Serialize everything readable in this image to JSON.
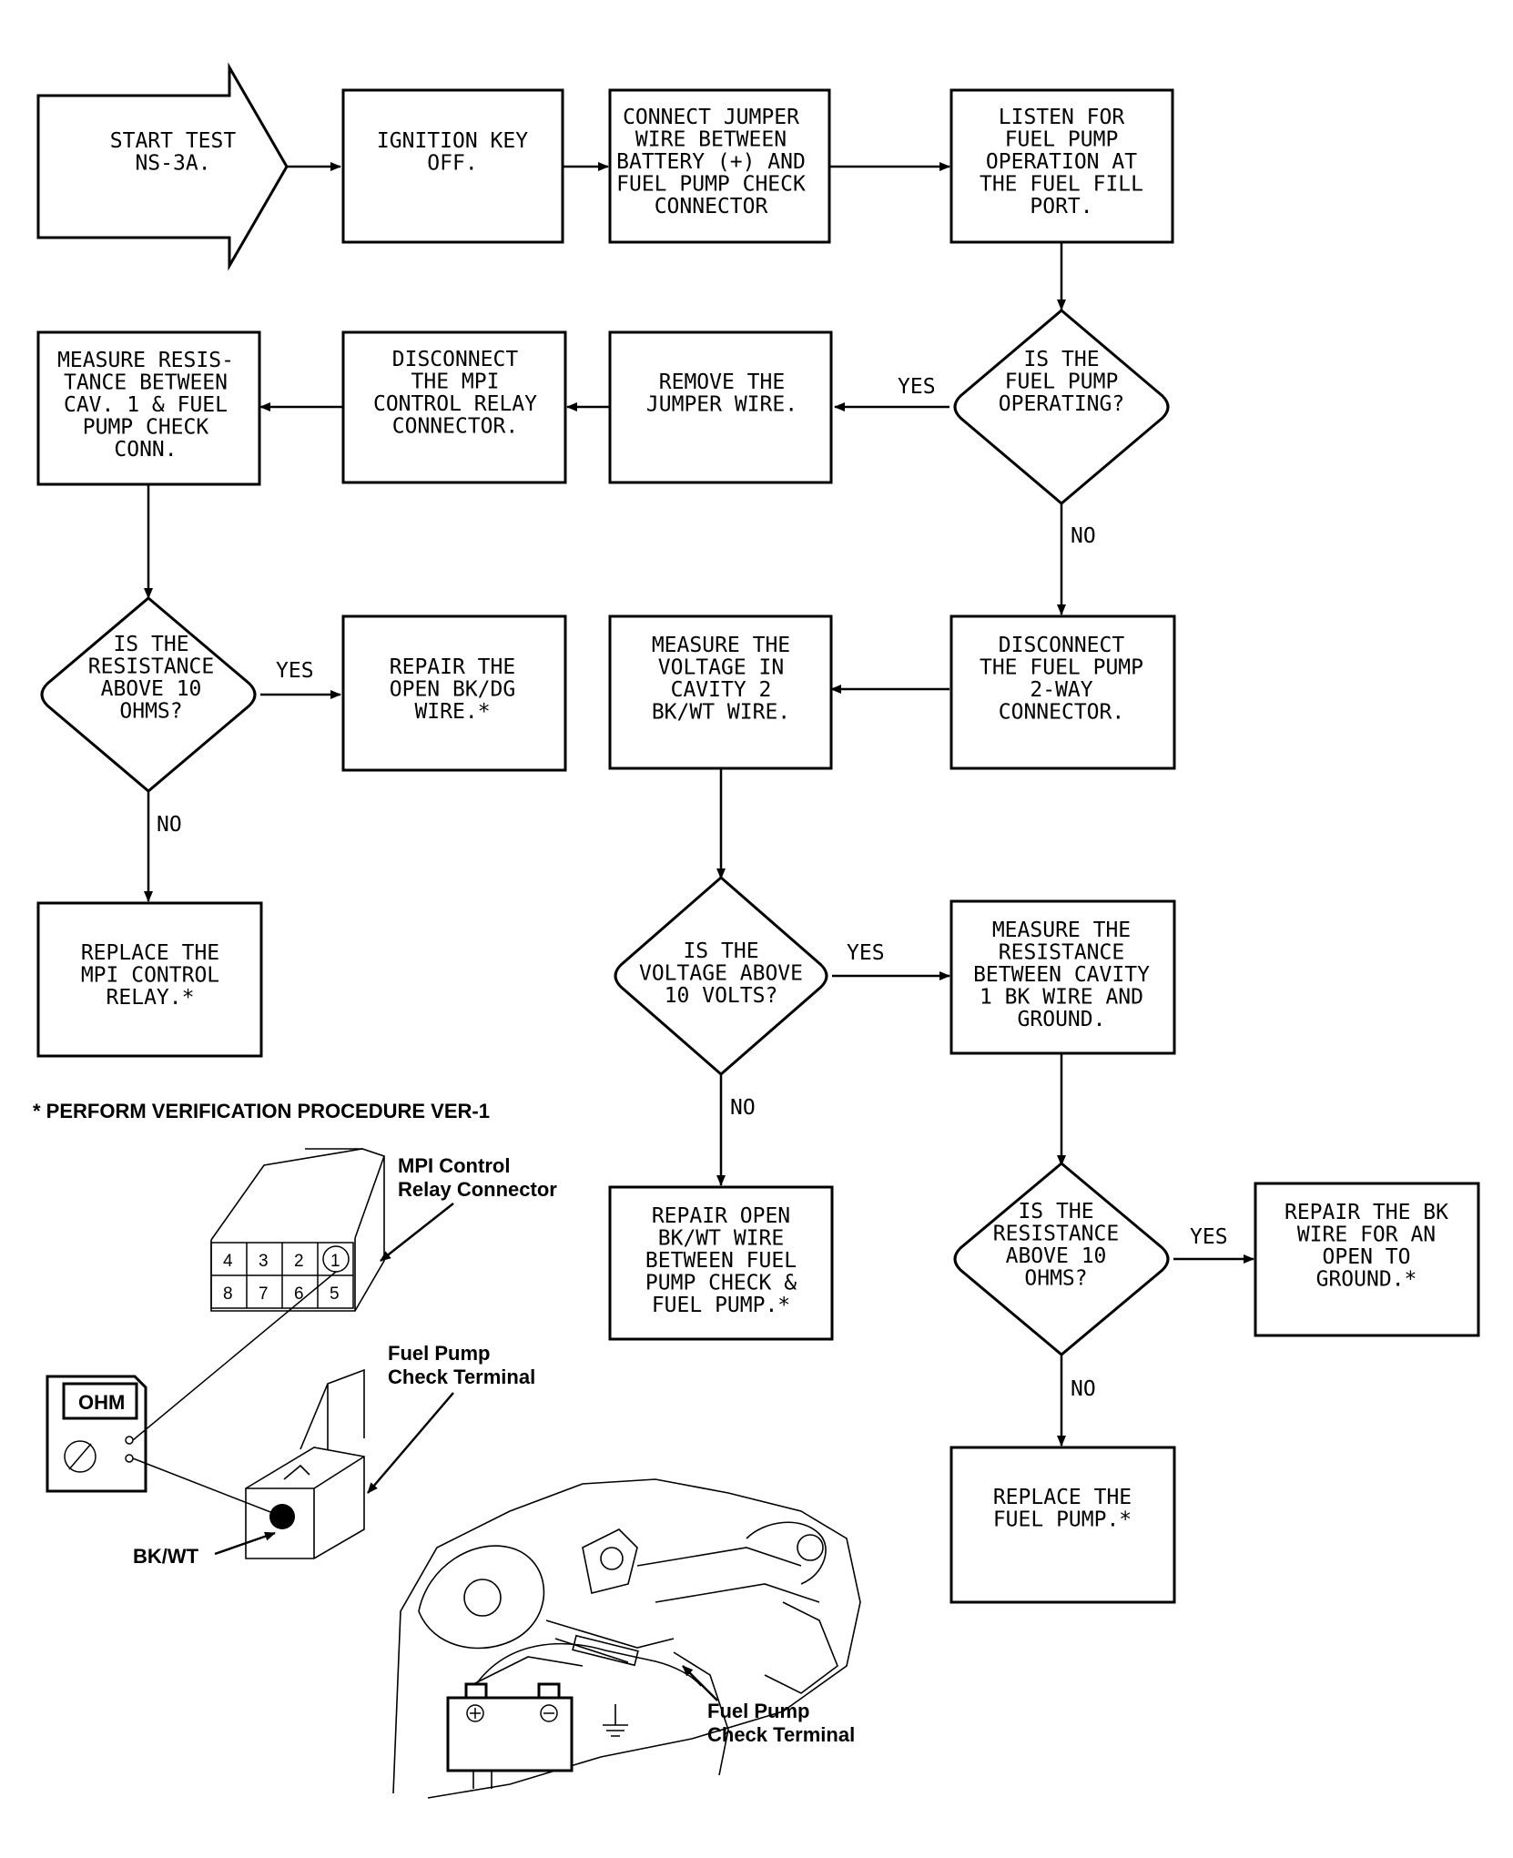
{
  "nodes": [
    {
      "id": "start",
      "type": "arrow",
      "lines": [
        "START TEST",
        "NS-3A."
      ]
    },
    {
      "id": "ign",
      "type": "box",
      "lines": [
        "IGNITION KEY",
        "OFF."
      ]
    },
    {
      "id": "jumper",
      "type": "box",
      "lines": [
        "CONNECT JUMPER",
        "WIRE BETWEEN",
        "BATTERY (+) AND",
        "FUEL PUMP CHECK",
        "CONNECTOR"
      ]
    },
    {
      "id": "listen",
      "type": "box",
      "lines": [
        "LISTEN FOR",
        "FUEL PUMP",
        "OPERATION AT",
        "THE FUEL FILL",
        "PORT."
      ]
    },
    {
      "id": "q_operating",
      "type": "decision",
      "lines": [
        "IS THE",
        "FUEL PUMP",
        "OPERATING?"
      ]
    },
    {
      "id": "remove",
      "type": "box",
      "lines": [
        "REMOVE THE",
        "JUMPER WIRE."
      ]
    },
    {
      "id": "disc_relay",
      "type": "box",
      "lines": [
        "DISCONNECT",
        "THE MPI",
        "CONTROL RELAY",
        "CONNECTOR."
      ]
    },
    {
      "id": "measure_res",
      "type": "box",
      "lines": [
        "MEASURE RESIS-",
        "TANCE BETWEEN",
        "CAV. 1 & FUEL",
        "PUMP CHECK",
        "CONN."
      ]
    },
    {
      "id": "q_res1",
      "type": "decision",
      "lines": [
        "IS THE",
        "RESISTANCE",
        "ABOVE 10",
        "OHMS?"
      ]
    },
    {
      "id": "repair_bkdg",
      "type": "box",
      "lines": [
        "REPAIR THE",
        "OPEN BK/DG",
        "WIRE.*"
      ]
    },
    {
      "id": "replace_relay",
      "type": "box",
      "lines": [
        "REPLACE THE",
        "MPI CONTROL",
        "RELAY.*"
      ]
    },
    {
      "id": "disc_pump",
      "type": "box",
      "lines": [
        "DISCONNECT",
        "THE FUEL PUMP",
        "2-WAY",
        "CONNECTOR."
      ]
    },
    {
      "id": "measure_volt",
      "type": "box",
      "lines": [
        "MEASURE THE",
        "VOLTAGE IN",
        "CAVITY 2",
        "BK/WT WIRE."
      ]
    },
    {
      "id": "q_volt",
      "type": "decision",
      "lines": [
        "IS THE",
        "VOLTAGE ABOVE",
        "10 VOLTS?"
      ]
    },
    {
      "id": "repair_bkwt",
      "type": "box",
      "lines": [
        "REPAIR OPEN",
        "BK/WT WIRE",
        "BETWEEN FUEL",
        "PUMP CHECK &",
        "FUEL PUMP.*"
      ]
    },
    {
      "id": "measure_gnd",
      "type": "box",
      "lines": [
        "MEASURE THE",
        "RESISTANCE",
        "BETWEEN CAVITY",
        "1 BK WIRE AND",
        "GROUND."
      ]
    },
    {
      "id": "q_res2",
      "type": "decision",
      "lines": [
        "IS THE",
        "RESISTANCE",
        "ABOVE 10",
        "OHMS?"
      ]
    },
    {
      "id": "repair_bk",
      "type": "box",
      "lines": [
        "REPAIR THE BK",
        "WIRE FOR AN",
        "OPEN TO",
        "GROUND.*"
      ]
    },
    {
      "id": "replace_pump",
      "type": "box",
      "lines": [
        "REPLACE THE",
        "FUEL PUMP.*"
      ]
    }
  ],
  "edge_labels": {
    "yes": "YES",
    "no": "NO"
  },
  "footnote": "* PERFORM VERIFICATION PROCEDURE VER-1",
  "illustration": {
    "relay_connector": {
      "label_line1": "MPI Control",
      "label_line2": "Relay Connector",
      "pins": [
        "4",
        "3",
        "2",
        "1",
        "8",
        "7",
        "6",
        "5"
      ]
    },
    "meter_display": "OHM",
    "check_terminal_line1": "Fuel Pump",
    "check_terminal_line2": "Check Terminal",
    "wire_label": "BK/WT",
    "engine_terminal_line1": "Fuel Pump",
    "engine_terminal_line2": "Check Terminal"
  }
}
